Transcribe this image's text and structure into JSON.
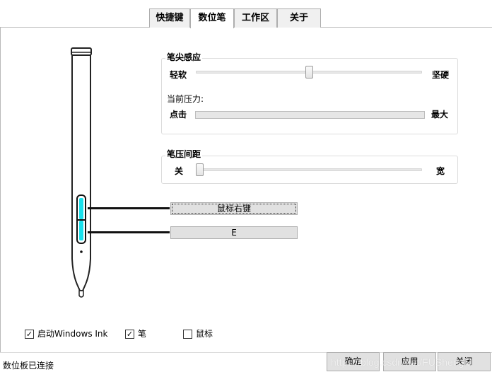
{
  "tabs": [
    {
      "label": "快捷键"
    },
    {
      "label": "数位笔"
    },
    {
      "label": "工作区"
    },
    {
      "label": "关于"
    }
  ],
  "tip_feel": {
    "title": "笔尖感应",
    "min_label": "轻软",
    "max_label": "坚硬",
    "value_fraction": 0.5,
    "current_pressure_label": "当前压力:",
    "pressure_min_label": "点击",
    "pressure_max_label": "最大",
    "current_pressure_fraction": 0
  },
  "pressure_spacing": {
    "title": "笔压间距",
    "min_label": "关",
    "max_label": "宽",
    "value_fraction": 0
  },
  "pen_buttons": {
    "upper": "鼠标右键",
    "lower": "E"
  },
  "options": [
    {
      "label": "启动Windows Ink",
      "checked": true
    },
    {
      "label": "笔",
      "checked": true
    },
    {
      "label": "鼠标",
      "checked": false
    }
  ],
  "status_text": "数位板已连接",
  "dialog_buttons": {
    "ok": "确定",
    "apply": "应用",
    "close": "关闭"
  },
  "watermark": "https://blog.csdn.net/FUShengM",
  "colors": {
    "pen_button_accent": "#19e0ec"
  }
}
